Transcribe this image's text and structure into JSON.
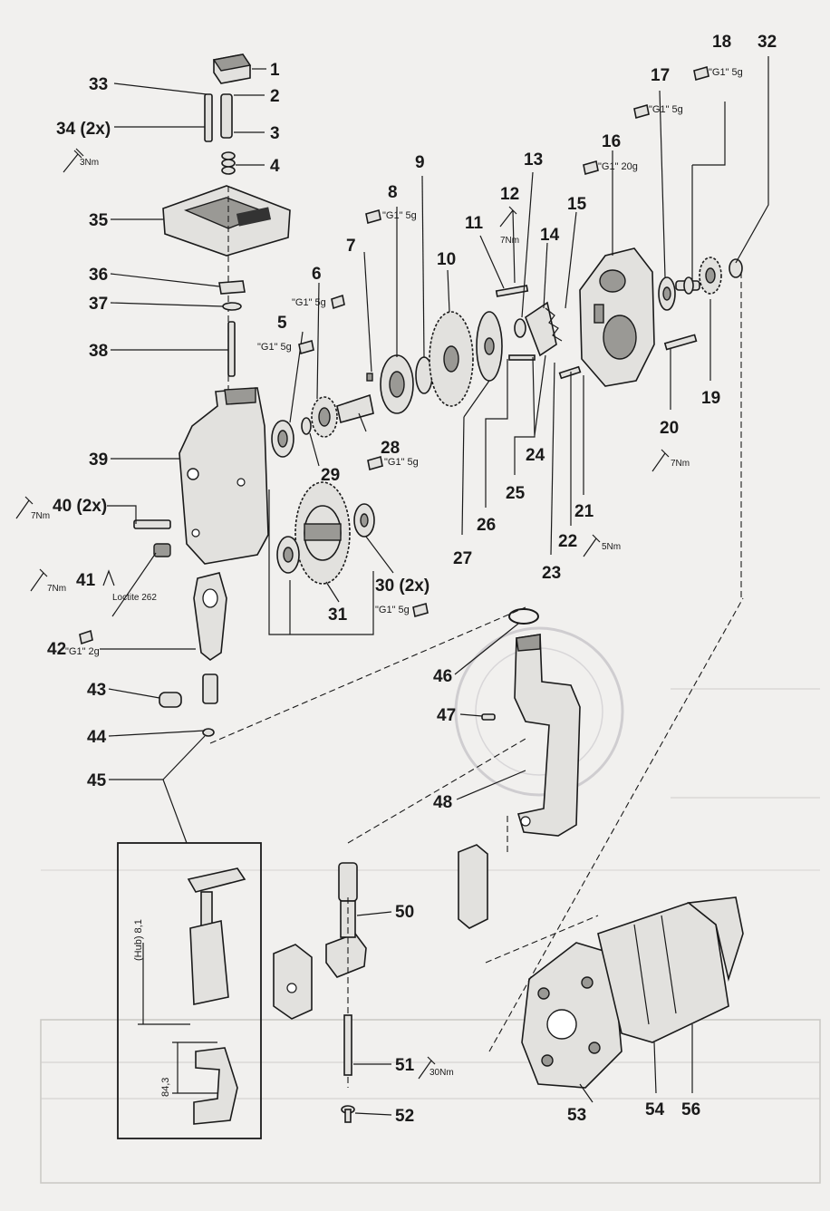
{
  "callouts": [
    {
      "id": "1",
      "text": "1"
    },
    {
      "id": "2",
      "text": "2"
    },
    {
      "id": "3",
      "text": "3"
    },
    {
      "id": "4",
      "text": "4"
    },
    {
      "id": "5",
      "text": "5"
    },
    {
      "id": "6",
      "text": "6"
    },
    {
      "id": "7",
      "text": "7"
    },
    {
      "id": "8",
      "text": "8"
    },
    {
      "id": "9",
      "text": "9"
    },
    {
      "id": "10",
      "text": "10"
    },
    {
      "id": "11",
      "text": "11"
    },
    {
      "id": "12",
      "text": "12"
    },
    {
      "id": "13",
      "text": "13"
    },
    {
      "id": "14",
      "text": "14"
    },
    {
      "id": "15",
      "text": "15"
    },
    {
      "id": "16",
      "text": "16"
    },
    {
      "id": "17",
      "text": "17"
    },
    {
      "id": "18",
      "text": "18"
    },
    {
      "id": "19",
      "text": "19"
    },
    {
      "id": "20",
      "text": "20"
    },
    {
      "id": "21",
      "text": "21"
    },
    {
      "id": "22",
      "text": "22"
    },
    {
      "id": "23",
      "text": "23"
    },
    {
      "id": "24",
      "text": "24"
    },
    {
      "id": "25",
      "text": "25"
    },
    {
      "id": "26",
      "text": "26"
    },
    {
      "id": "27",
      "text": "27"
    },
    {
      "id": "28",
      "text": "28"
    },
    {
      "id": "29",
      "text": "29"
    },
    {
      "id": "30",
      "text": "30 (2x)"
    },
    {
      "id": "31",
      "text": "31"
    },
    {
      "id": "32",
      "text": "32"
    },
    {
      "id": "33",
      "text": "33"
    },
    {
      "id": "34",
      "text": "34 (2x)"
    },
    {
      "id": "35",
      "text": "35"
    },
    {
      "id": "36",
      "text": "36"
    },
    {
      "id": "37",
      "text": "37"
    },
    {
      "id": "38",
      "text": "38"
    },
    {
      "id": "39",
      "text": "39"
    },
    {
      "id": "40",
      "text": "40 (2x)"
    },
    {
      "id": "41",
      "text": "41"
    },
    {
      "id": "42",
      "text": "42"
    },
    {
      "id": "43",
      "text": "43"
    },
    {
      "id": "44",
      "text": "44"
    },
    {
      "id": "45",
      "text": "45"
    },
    {
      "id": "46",
      "text": "46"
    },
    {
      "id": "47",
      "text": "47"
    },
    {
      "id": "48",
      "text": "48"
    },
    {
      "id": "50",
      "text": "50"
    },
    {
      "id": "51",
      "text": "51"
    },
    {
      "id": "52",
      "text": "52"
    },
    {
      "id": "53",
      "text": "53"
    },
    {
      "id": "54",
      "text": "54"
    },
    {
      "id": "56",
      "text": "56"
    }
  ],
  "annotations": {
    "torque_3": "3Nm",
    "torque_7": "7Nm",
    "torque_5": "5Nm",
    "torque_30": "30Nm",
    "grease_5g": "\"G1\" 5g",
    "grease_20g": "\"G1\" 20g",
    "grease_2g": "\"G1\" 2g",
    "loctite": "Loctite 262"
  },
  "inset": {
    "hub_label": "(Hub) 8,1",
    "dim_label": "84,3"
  },
  "colors": {
    "ink": "#1a1a1a",
    "paper": "#f1f0ee",
    "part_fill": "#e2e1de"
  }
}
